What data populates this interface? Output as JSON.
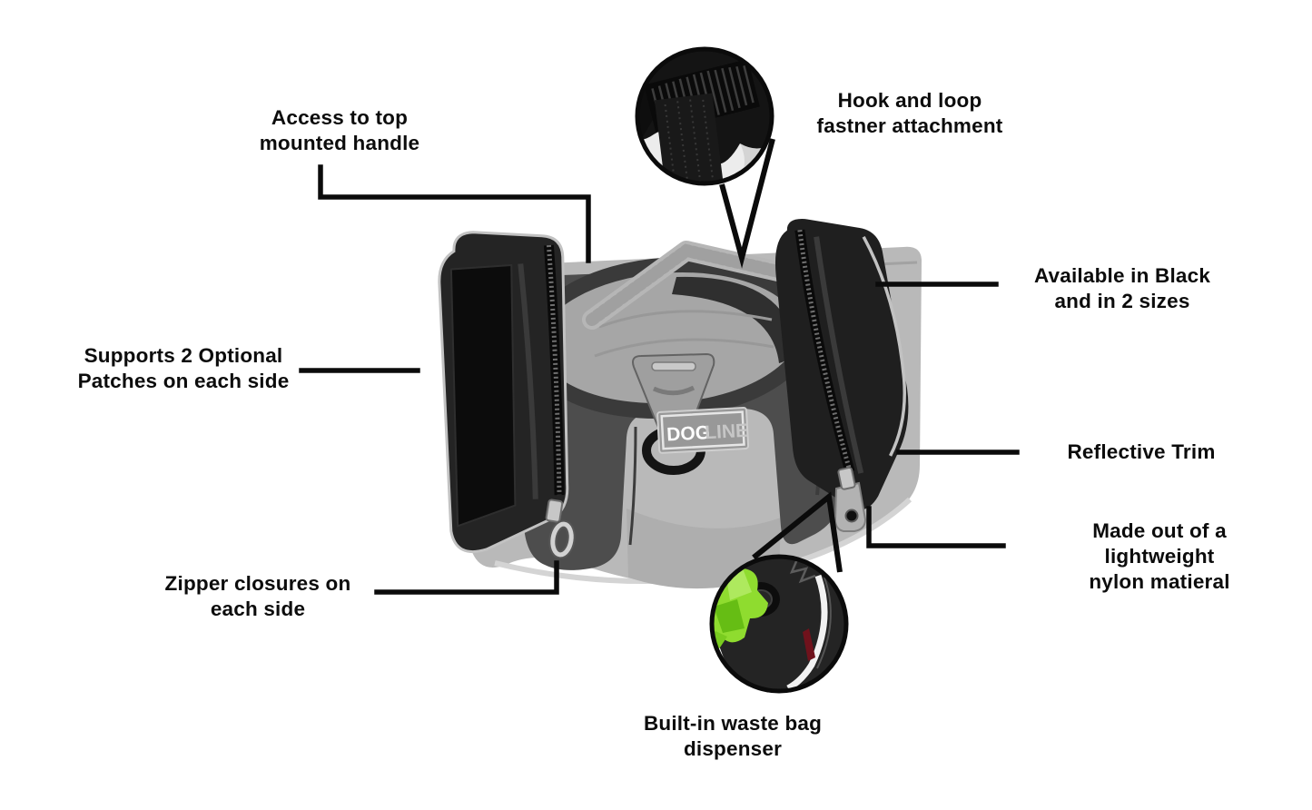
{
  "brand": {
    "dog": "DOG",
    "line": "LINE"
  },
  "callouts": {
    "access_handle": "Access to top\nmounted handle",
    "hook_loop": "Hook and loop\nfastner attachment",
    "available": "Available in Black\nand in 2 sizes",
    "patches": "Supports 2 Optional\nPatches on each side",
    "reflective": "Reflective Trim",
    "material": "Made out of a lightweight\nnylon matieral",
    "zippers": "Zipper closures on\neach side",
    "waste_bag": "Built-in waste bag\ndispenser"
  },
  "colors": {
    "background": "#ffffff",
    "text": "#0c0c0c",
    "leader_line": "#0b0b0b",
    "harness_gray": "#b9b9b9",
    "panel_gray": "#4d4d4d",
    "bag_black": "#1f1f1f",
    "reflective_trim": "#c2c2c2",
    "waste_bag_green": "#8fdc2f"
  }
}
